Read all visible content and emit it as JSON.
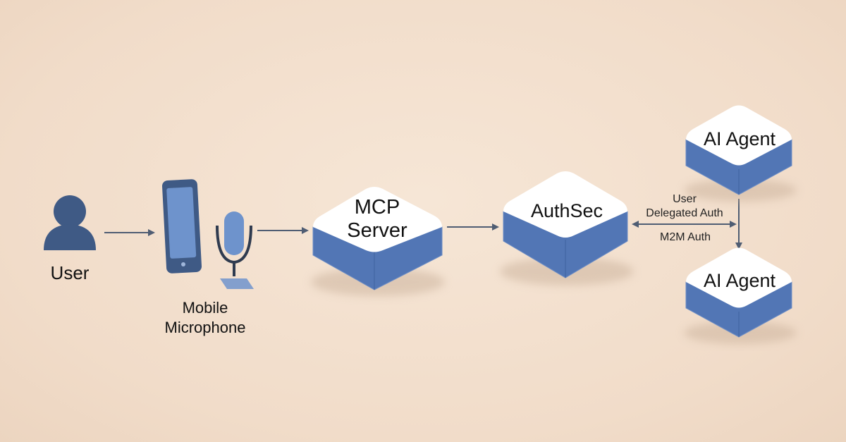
{
  "nodes": {
    "user": "User",
    "mobile_line1": "Mobile",
    "mobile_line2": "Microphone",
    "mcp_line1": "MCP",
    "mcp_line2": "Server",
    "authsec": "AuthSec",
    "agent_top": "AI Agent",
    "agent_bottom": "AI Agent"
  },
  "edges": {
    "user_delegated_line1": "User",
    "user_delegated_line2": "Delegated Auth",
    "m2m": "M2M Auth"
  },
  "colors": {
    "background": "#f3e1d0",
    "block_top": "#ffffff",
    "block_side": "#5276b5",
    "icon_dark": "#3f5a85",
    "arrow": "#4f5d73"
  },
  "icons": [
    "user-icon",
    "mobile-phone-icon",
    "microphone-icon"
  ]
}
